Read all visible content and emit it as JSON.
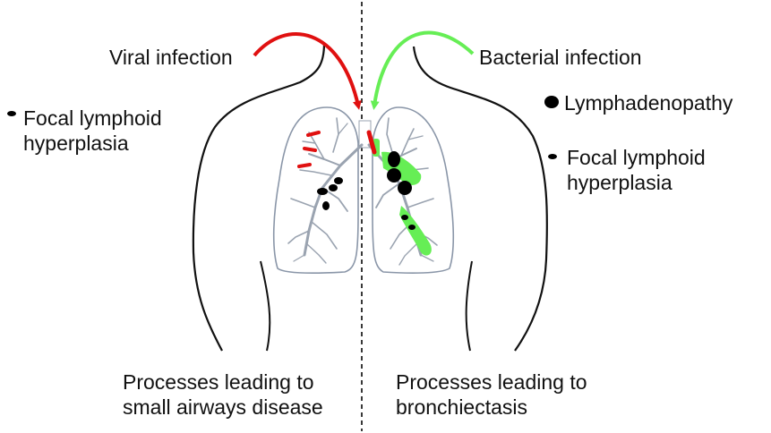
{
  "left": {
    "infection_label": "Viral infection",
    "legend_lines": [
      "Focal lymphoid",
      "hyperplasia"
    ],
    "caption_lines": [
      "Processes leading to",
      "small airways disease"
    ]
  },
  "right": {
    "infection_label": "Bacterial infection",
    "legend_large_dot": "Lymphadenopathy",
    "legend_lines": [
      "Focal lymphoid",
      "hyperplasia"
    ],
    "caption_lines": [
      "Processes leading to",
      "bronchiectasis"
    ]
  },
  "colors": {
    "viral_arrow": "#e01010",
    "bacterial_arrow": "#66ee55",
    "outline": "#111111",
    "lung_outline": "#8a96a8",
    "airway": "#ffffff",
    "airway_edge": "#9aa3b0",
    "lymph": "#000000",
    "inflammation_green": "#66ee55",
    "inflammation_red": "#e01010"
  }
}
